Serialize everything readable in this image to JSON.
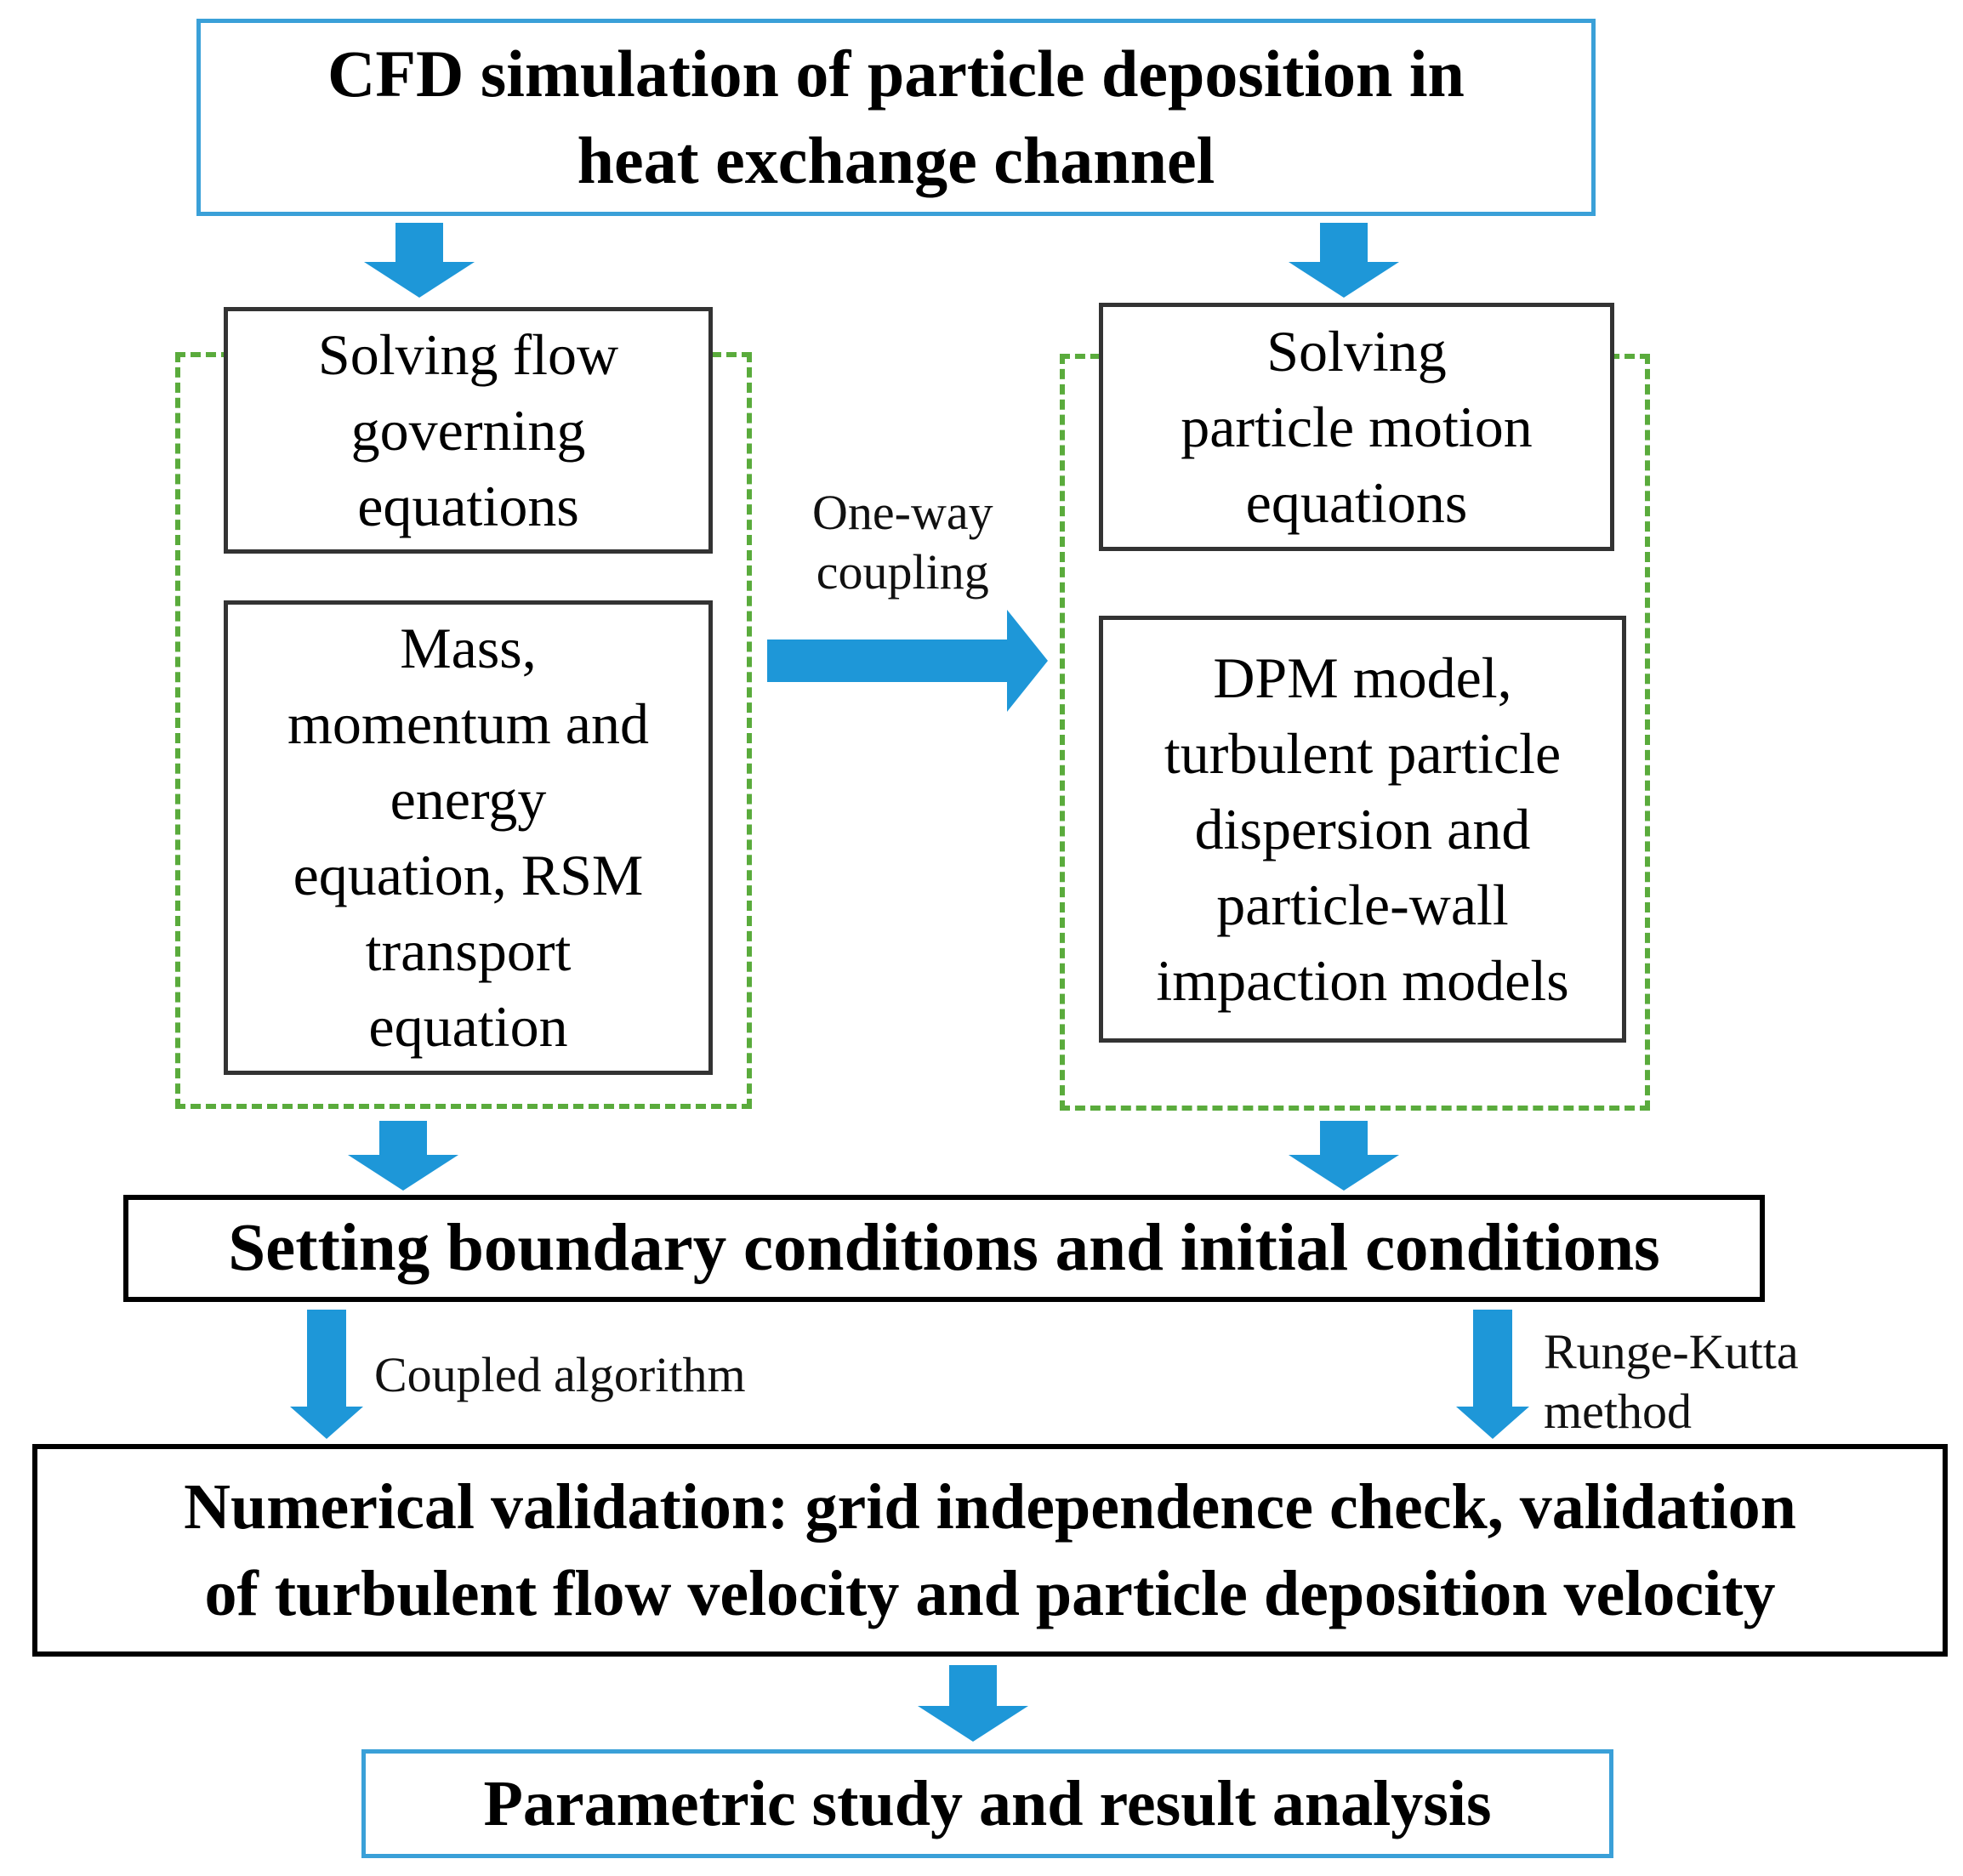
{
  "colors": {
    "arrow": "#1e97d8",
    "blue_border": "#3aa0d8",
    "dashed_green": "#5aab3c",
    "black_border": "#000000"
  },
  "boxes": {
    "title": {
      "line1": "CFD simulation of particle deposition in",
      "line2": "heat exchange channel"
    },
    "flow_equations": {
      "line1": "Solving flow",
      "line2": "governing",
      "line3": "equations"
    },
    "flow_models": {
      "line1": "Mass,",
      "line2": "momentum and",
      "line3": "energy",
      "line4": "equation, RSM",
      "line5": "transport",
      "line6": "equation"
    },
    "particle_equations": {
      "line1": "Solving",
      "line2": "particle motion",
      "line3": "equations"
    },
    "particle_models": {
      "line1": "DPM model,",
      "line2": "turbulent particle",
      "line3": "dispersion and",
      "line4": "particle-wall",
      "line5": "impaction models"
    },
    "setting": {
      "text": "Setting boundary conditions and initial conditions"
    },
    "validation": {
      "line1": "Numerical validation: grid independence check, validation",
      "line2": "of turbulent flow velocity and particle deposition velocity"
    },
    "parametric": {
      "text": "Parametric study and result analysis"
    }
  },
  "labels": {
    "coupling": {
      "line1": "One-way",
      "line2": "coupling"
    },
    "coupled_algorithm": "Coupled algorithm",
    "runge_kutta": {
      "line1": "Runge-Kutta",
      "line2": "method"
    }
  }
}
